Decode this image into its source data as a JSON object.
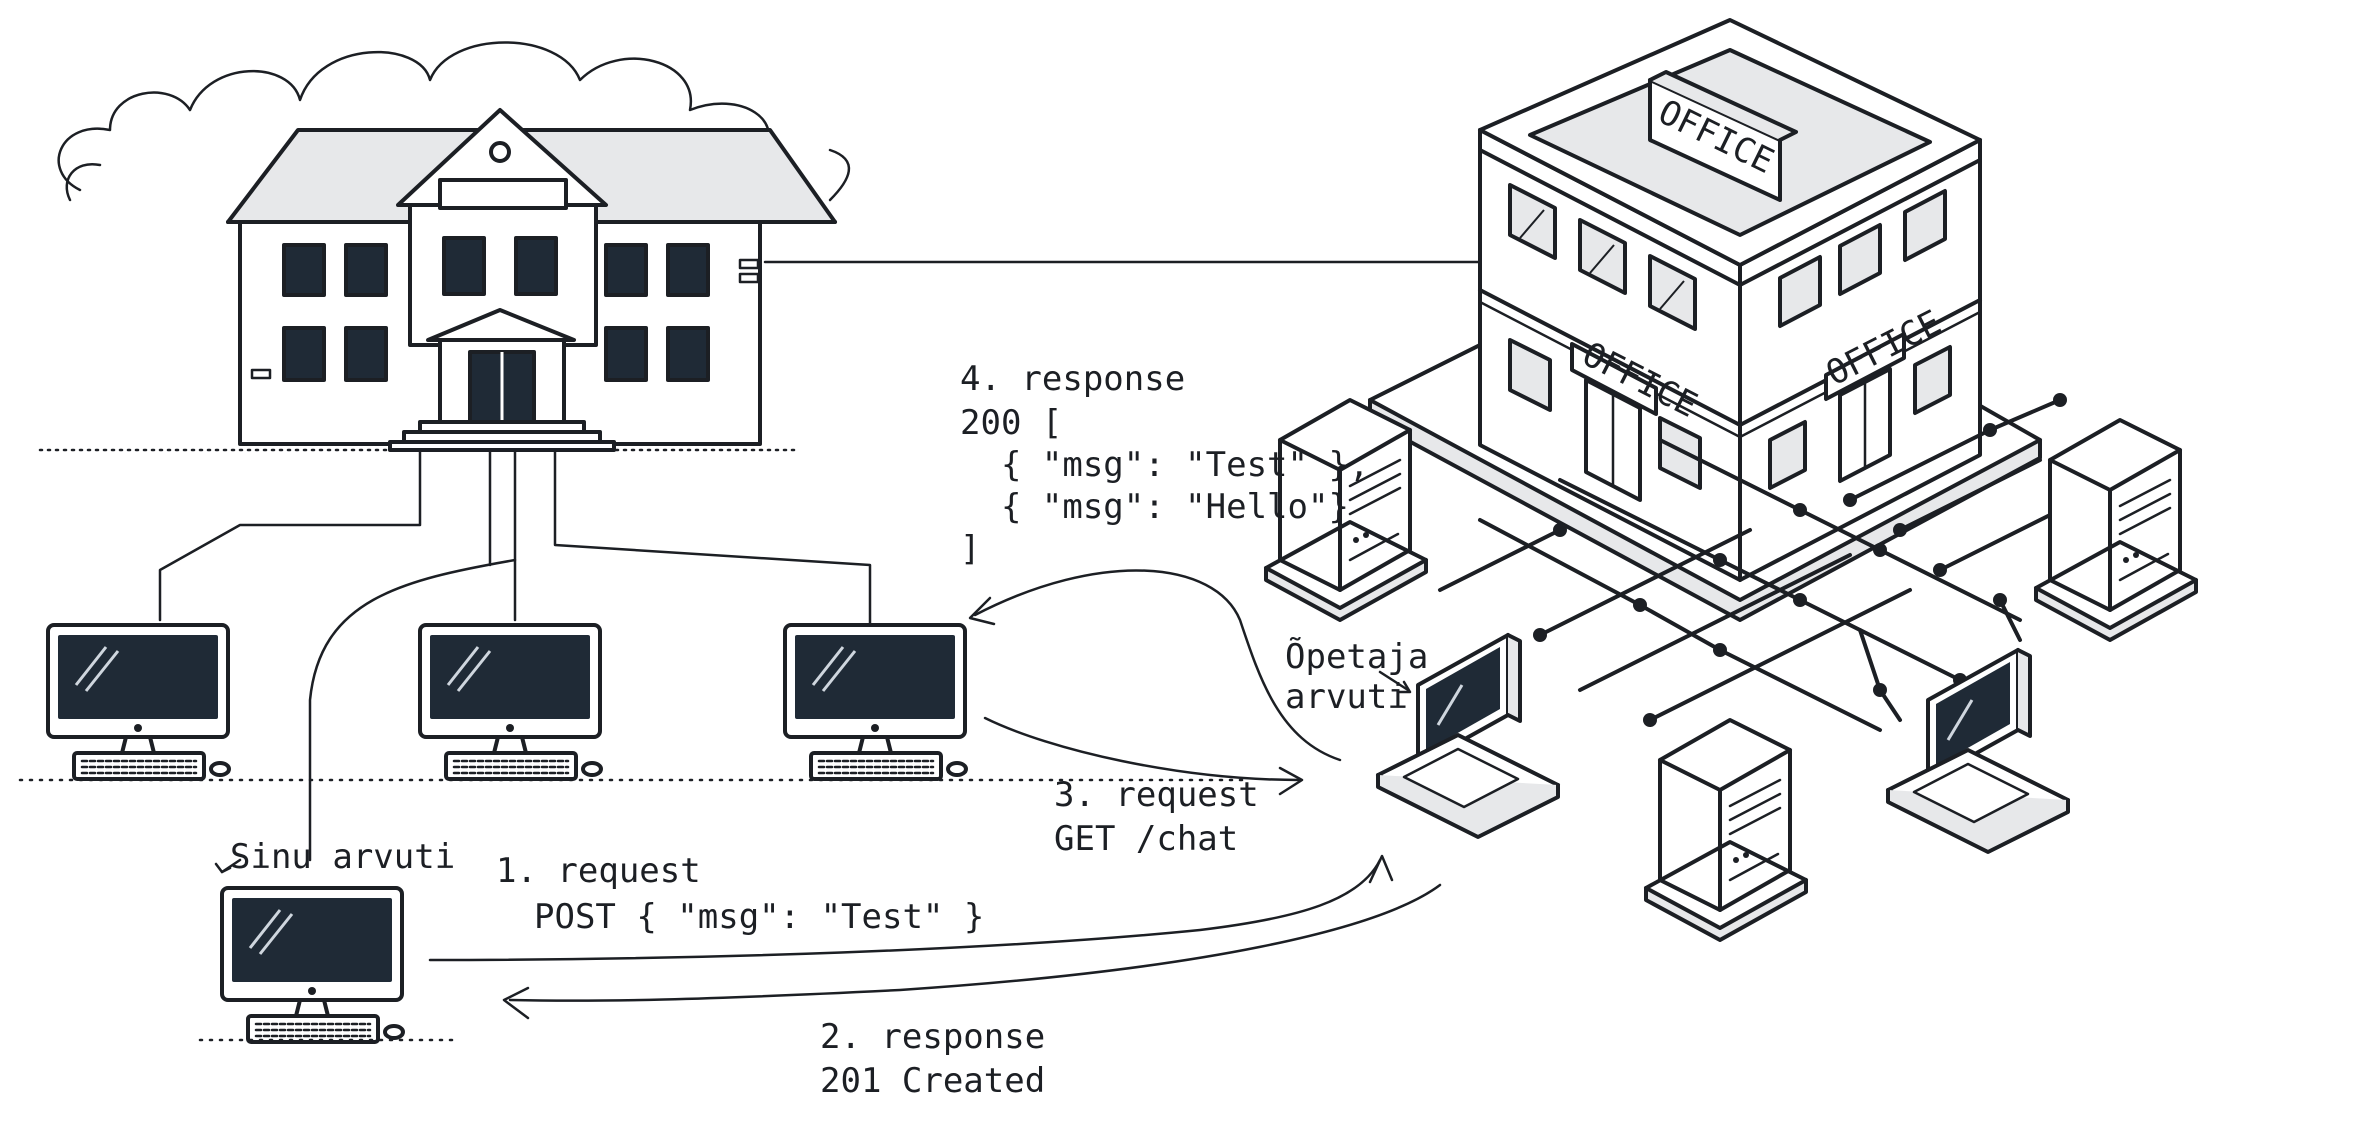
{
  "school": {
    "label": ""
  },
  "office": {
    "roof_sign": "OFFICE",
    "door_sign_left": "OFFICE",
    "door_sign_right": "OFFICE"
  },
  "computers": {
    "student_label": "Sinu arvuti",
    "teacher_label_line1": "Õpetaja",
    "teacher_label_line2": "arvuti"
  },
  "messages": {
    "step1_title": "1. request",
    "step1_body": "POST  { \"msg\": \"Test\" }",
    "step2_title": "2. response",
    "step2_body": "201 Created",
    "step3_title": "3. request",
    "step3_body": "GET /chat",
    "step4_title": "4. response",
    "step4_lines": [
      "200 [",
      "  { \"msg\": \"Test\" },",
      "  { \"msg\": \"Hello\"}",
      "]"
    ]
  },
  "colors": {
    "ink": "#1c1f24",
    "screen": "#1f2a36",
    "paper": "#ffffff"
  }
}
